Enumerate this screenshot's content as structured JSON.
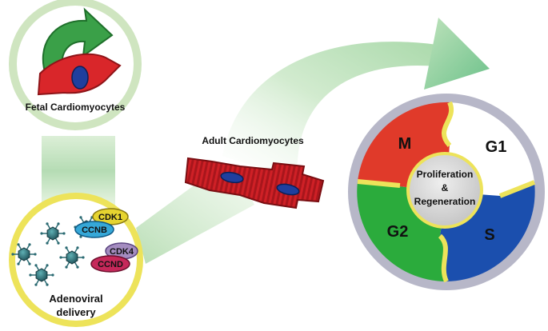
{
  "labels": {
    "fetal": "Fetal Cardiomyocytes",
    "adult": "Adult Cardiomyocytes",
    "delivery_line1": "Adenoviral",
    "delivery_line2": "delivery",
    "center_line1": "Proliferation",
    "center_line2": "&",
    "center_line3": "Regeneration"
  },
  "genes": {
    "cdk1": "CDK1",
    "ccnb": "CCNB",
    "cdk4": "CDK4",
    "ccnd": "CCND"
  },
  "phases": {
    "m": "M",
    "g1": "G1",
    "s": "S",
    "g2": "G2"
  },
  "colors": {
    "phase_m": "#e03a2a",
    "phase_g1": "#ffffff",
    "phase_s": "#1b4fae",
    "phase_g2": "#2bab3c",
    "ring_outer": "#b7b7c8",
    "circle_border_yellow": "#ede35a",
    "fetal_circle_border": "#cfe5c0",
    "cardiomyocyte_red": "#d9262a",
    "nucleus_blue": "#1f3f9e",
    "green_arrow": "#2f9b3b",
    "cdk1_fill": "#e6d430",
    "ccnb_fill": "#36a8d8",
    "cdk4_fill": "#a48cc0",
    "ccnd_fill": "#c6285a"
  }
}
